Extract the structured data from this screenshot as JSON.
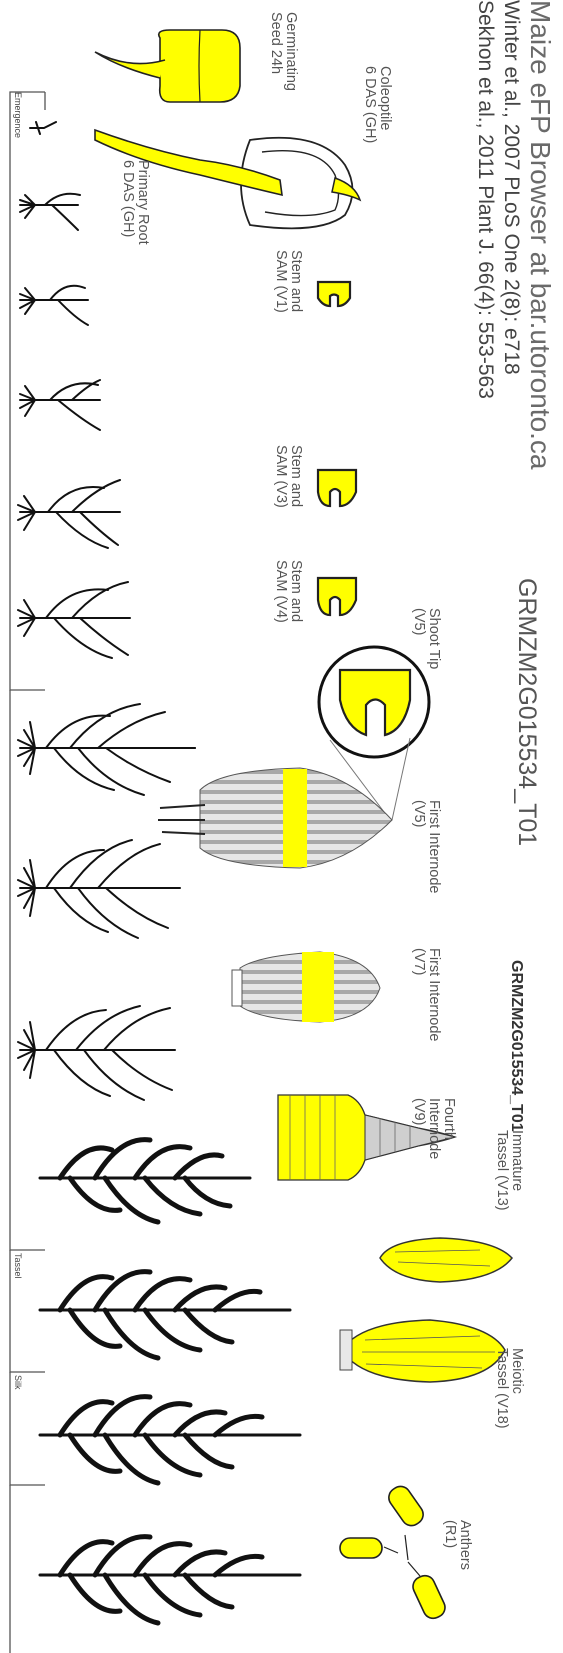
{
  "header": {
    "title": "Maize eFP Browser at bar.utoronto.ca",
    "ref1": "Winter et al., 2007 PLoS One 2(8): e718",
    "ref2": "Sekhon et al., 2011 Plant J. 66(4): 553-563"
  },
  "gene": {
    "id_large": "GRMZM2G015534_T01",
    "id_small": "GRMZM2G015534_T01"
  },
  "tissues": {
    "germinating": "Germinating\nSeed 24h",
    "coleoptile": "Coleoptile\n6 DAS (GH)",
    "primary_root": "Primary Root\n6 DAS (GH)",
    "stem_v1": "Stem and\nSAM (V1)",
    "stem_v3": "Stem and\nSAM (V3)",
    "stem_v4": "Stem and\nSAM (V4)",
    "shoot_tip": "Shoot Tip\n(V5)",
    "first_internode_v5": "First Internode\n(V5)",
    "first_internode_v7": "First Internode\n(V7)",
    "fourth_internode": "Fourth\nInternode\n(V9)",
    "immature_tassel": "Immature\nTassel (V13)",
    "meiotic_tassel": "Meiotic\nTassel (V18)",
    "anthers": "Anthers\n(R1)"
  },
  "stages": {
    "emergence": "Emergence",
    "tassel": "Tassel",
    "silk": "Silk"
  },
  "colors": {
    "expression_high": "#ffff00",
    "outline": "#111111",
    "text": "#555555"
  }
}
